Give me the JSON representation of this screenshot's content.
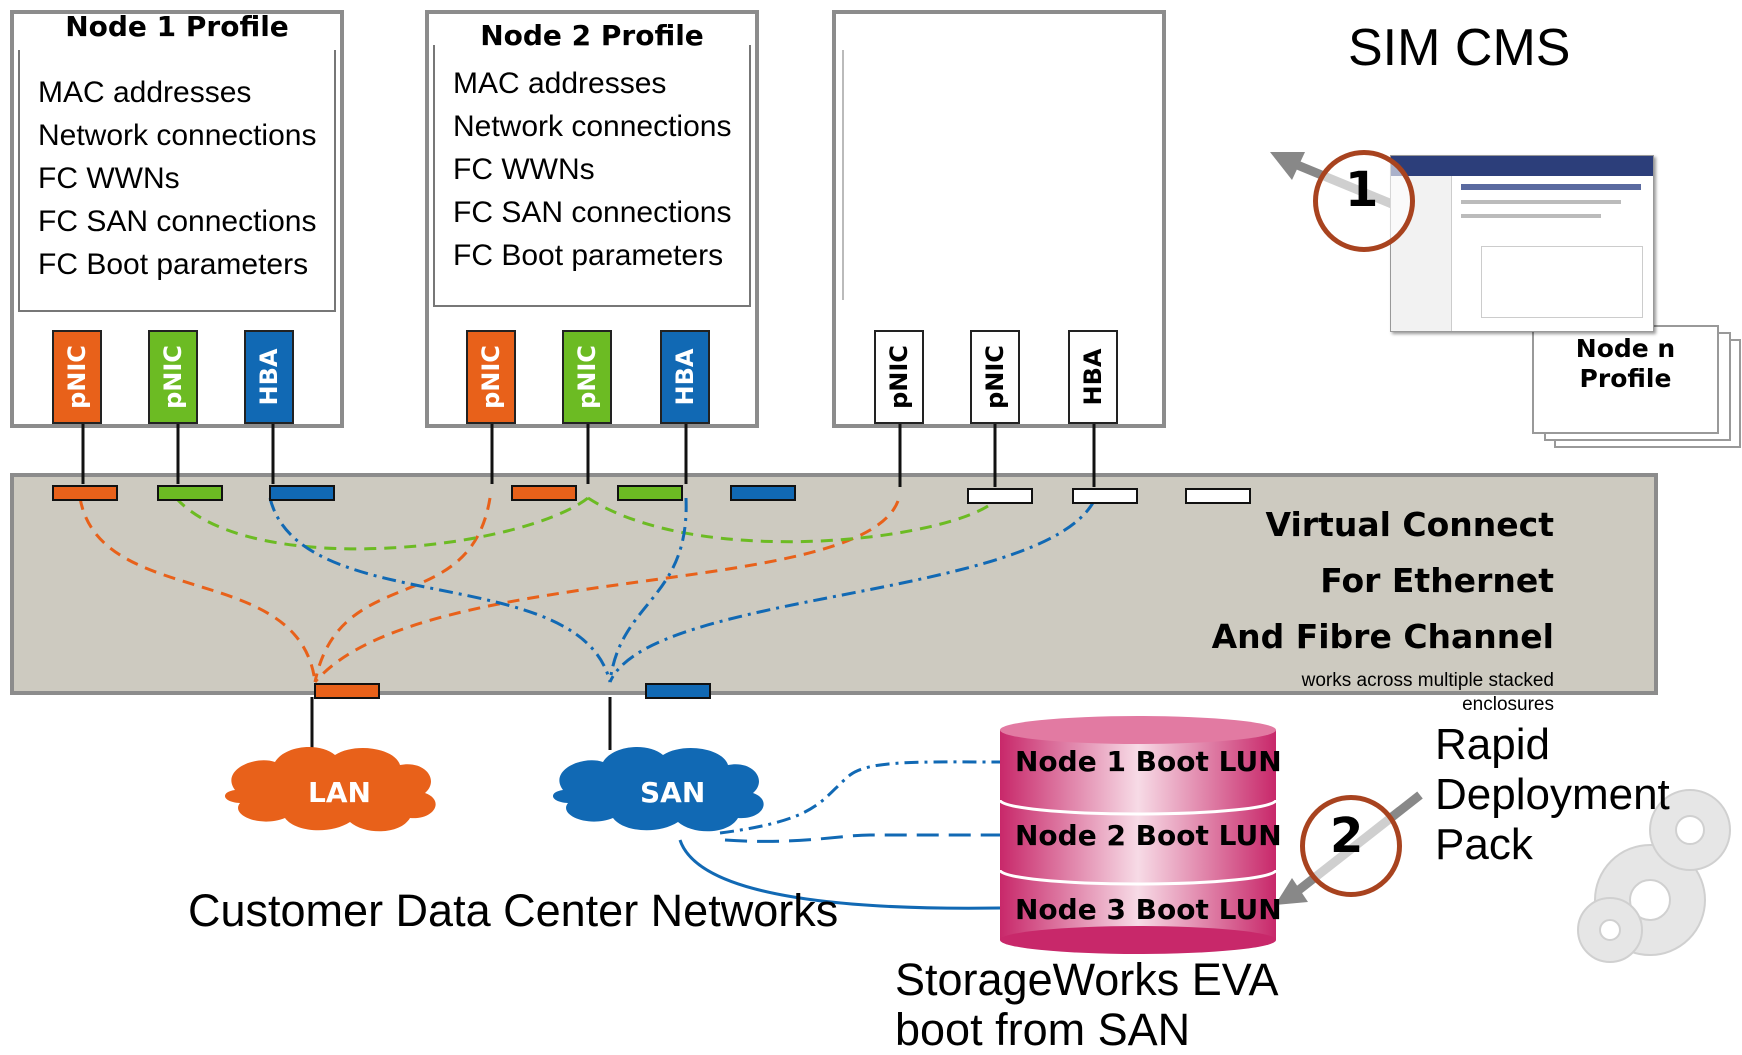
{
  "nodes": [
    {
      "profile_title": "Node 1 Profile",
      "profile_lines": [
        "MAC addresses",
        "Network connections",
        "FC WWNs",
        "FC SAN connections",
        "FC Boot parameters"
      ],
      "adapters": [
        "pNIC",
        "pNIC",
        "HBA"
      ]
    },
    {
      "profile_title": "Node 2 Profile",
      "profile_lines": [
        "MAC addresses",
        "Network connections",
        "FC WWNs",
        "FC SAN connections",
        "FC Boot parameters"
      ],
      "adapters": [
        "pNIC",
        "pNIC",
        "HBA"
      ]
    },
    {
      "profile_title": "",
      "profile_lines": [],
      "adapters": [
        "pNIC",
        "pNIC",
        "HBA"
      ]
    }
  ],
  "sim_cms": {
    "title": "SIM CMS",
    "node_n_profile": [
      "Node n",
      "Profile"
    ],
    "callout_1": "1"
  },
  "virtual_connect": {
    "title_lines": [
      "Virtual Connect",
      "For Ethernet",
      "And Fibre Channel"
    ],
    "note": "works across multiple stacked enclosures"
  },
  "networks": {
    "lan": "LAN",
    "san": "SAN",
    "caption": "Customer Data Center Networks"
  },
  "storage": {
    "luns": [
      "Node 1 Boot LUN",
      "Node 2 Boot LUN",
      "Node 3 Boot LUN"
    ],
    "caption_lines": [
      "StorageWorks EVA",
      "boot from SAN"
    ]
  },
  "rdp": {
    "label_lines": [
      "Rapid",
      "Deployment",
      "Pack"
    ],
    "callout_2": "2"
  },
  "colors": {
    "orange": "#e8611a",
    "green": "#6cbb23",
    "blue": "#1169b4",
    "panel": "#cdcac0",
    "lun": "#c8286a",
    "callout_ring": "#a8431f"
  }
}
